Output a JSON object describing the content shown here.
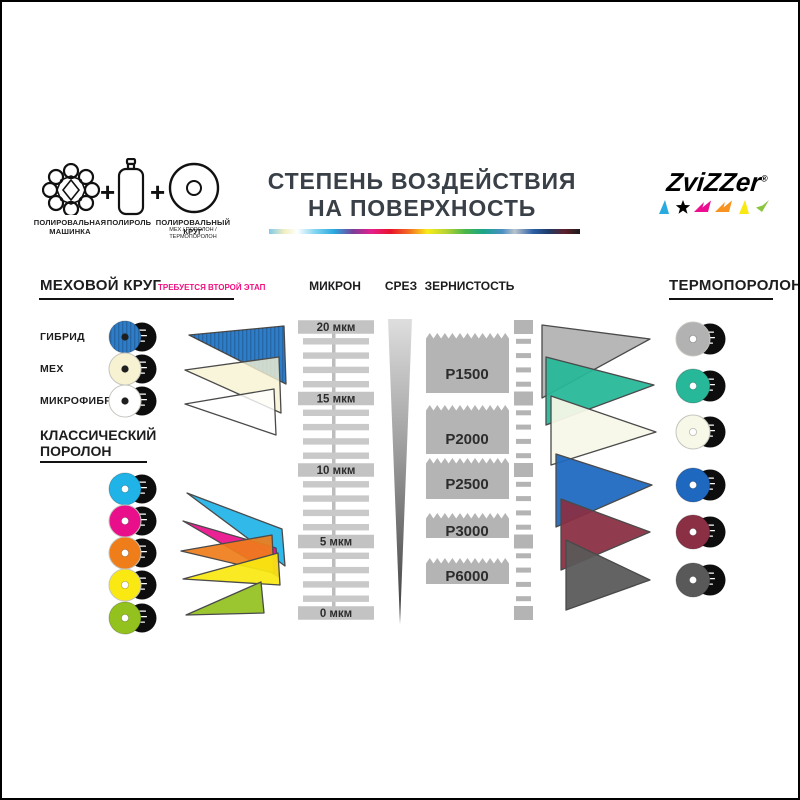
{
  "frame": {
    "background": "#ffffff",
    "border_color": "#000000"
  },
  "header": {
    "equation": {
      "plus": "+",
      "machine_label": "ПОЛИРОВАЛЬНАЯ МАШИНКА",
      "polish_label": "ПОЛИРОЛЬ",
      "pad_label": "ПОЛИРОВАЛЬНЫЙ КРУГ",
      "pad_sublabel": "МЕХ / ПОРОЛОН / ТЕРМОПОРОЛОН"
    },
    "title_line1": "СТЕПЕНЬ ВОЗДЕЙСТВИЯ",
    "title_line2": "НА ПОВЕРХНОСТЬ",
    "title_color": "#3a4047",
    "brand": {
      "name": "ZviZZer",
      "reg": "®",
      "marks": [
        {
          "icon": "triangle",
          "color": "#29abe2"
        },
        {
          "icon": "star",
          "color": "#000000"
        },
        {
          "icon": "arrow",
          "color": "#ec0e8f"
        },
        {
          "icon": "arrow",
          "color": "#f7931e"
        },
        {
          "icon": "triangle",
          "color": "#f9e811"
        },
        {
          "icon": "check",
          "color": "#8cc63f"
        }
      ]
    }
  },
  "sections": {
    "fur": {
      "title": "МЕХОВОЙ КРУГ",
      "subtitle": "ТРЕБУЕТСЯ ВТОРОЙ ЭТАП",
      "subtitle_color": "#ef0f7f",
      "items": [
        {
          "label": "ГИБРИД",
          "color": "#2e7dc8",
          "dot": "#1f1f1f",
          "striped": true
        },
        {
          "label": "МЕХ",
          "color": "#f6f2d2",
          "dot": "#1f1f1f",
          "striped": false
        },
        {
          "label": "МИКРОФИБРА",
          "color": "#ffffff",
          "dot": "#1f1f1f",
          "striped": false
        }
      ]
    },
    "foam": {
      "title_line1": "КЛАССИЧЕСКИЙ",
      "title_line2": "ПОРОЛОН",
      "items": [
        {
          "color": "#1fb3e8",
          "dot": "#ffffff"
        },
        {
          "color": "#e90f8b",
          "dot": "#ffffff"
        },
        {
          "color": "#ef7d1a",
          "dot": "#ffffff"
        },
        {
          "color": "#f9e811",
          "dot": "#ffffff"
        },
        {
          "color": "#93c11e",
          "dot": "#ffffff"
        }
      ]
    },
    "micron": {
      "title": "МИКРОН",
      "ticks": [
        "20 мкм",
        "15 мкм",
        "10 мкм",
        "5 мкм",
        "0 мкм"
      ]
    },
    "cut": {
      "title": "СРЕЗ"
    },
    "grit": {
      "title": "ЗЕРНИСТОСТЬ",
      "labels": [
        "P1500",
        "P2000",
        "P2500",
        "P3000",
        "P6000"
      ]
    },
    "thermo": {
      "title": "ТЕРМОПОРОЛОН",
      "items": [
        {
          "color": "#b2b2b2",
          "dot": "#ffffff"
        },
        {
          "color": "#27b899",
          "dot": "#ffffff"
        },
        {
          "color": "#f7f8e8",
          "dot": "#ffffff"
        },
        {
          "color": "#1e68c0",
          "dot": "#ffffff"
        },
        {
          "color": "#8a2f44",
          "dot": "#ffffff"
        },
        {
          "color": "#595959",
          "dot": "#ffffff"
        }
      ]
    }
  },
  "scale_colors": {
    "bar": "#c3c3c3",
    "thin_bar": "#c9c9c9",
    "line": "#bdbdbd",
    "block": "#b4b4b4",
    "tick_text": "#2d2d2d",
    "grit_text": "#2c2c2c"
  }
}
